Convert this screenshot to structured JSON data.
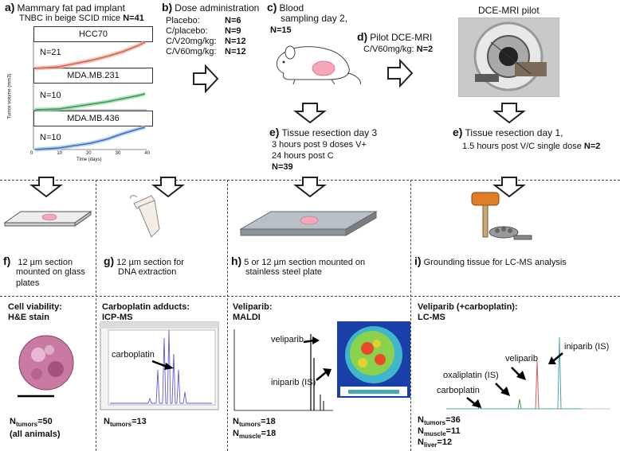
{
  "panel_a": {
    "letter": "a)",
    "line1": "Mammary fat pad implant",
    "line2_prefix": "TNBC in beige SCID mice ",
    "line2_count": "N=41",
    "ylabel": "Tumor volume (mm3)",
    "xlabel": "Time (days)",
    "x_ticks": [
      "0",
      "10",
      "20",
      "30",
      "40"
    ],
    "subplots": [
      {
        "title": "HCC70",
        "n": "N=21",
        "color": "#d9604a"
      },
      {
        "title": "MDA.MB.231",
        "n": "N=10",
        "color": "#2f9e52"
      },
      {
        "title": "MDA.MB.436",
        "n": "N=10",
        "color": "#3a6fc0"
      }
    ]
  },
  "panel_b": {
    "letter": "b)",
    "title": "Dose administration",
    "rows": [
      {
        "label": "Placebo:",
        "n": "N=6"
      },
      {
        "label": "C/placebo:",
        "n": "N=9"
      },
      {
        "label": "C/V20mg/kg:",
        "n": "N=12"
      },
      {
        "label": "C/V60mg/kg:",
        "n": "N=12"
      }
    ]
  },
  "panel_c": {
    "letter": "c)",
    "line1": "Blood",
    "line2": "sampling day 2,",
    "n": "N=15"
  },
  "panel_d": {
    "letter": "d)",
    "line1": "Pilot DCE-MRI",
    "line2_prefix": "C/V60mg/kg: ",
    "n": "N=2"
  },
  "dce_title": "DCE-MRI pilot",
  "panel_e1": {
    "letter": "e)",
    "line1": "Tissue resection day 3",
    "line2": "3 hours post 9 doses V+",
    "line3": "24 hours post C",
    "n": "N=39"
  },
  "panel_e2": {
    "letter": "e)",
    "line1": "Tissue resection day 1,",
    "line2_prefix": "1.5 hours post V/C single dose ",
    "n": "N=2"
  },
  "panel_f": {
    "letter": "f)",
    "line1": "12 µm section",
    "line2": "mounted on glass",
    "line3": "plates"
  },
  "panel_g": {
    "letter": "g)",
    "line1": "12 µm section for",
    "line2": "DNA extraction"
  },
  "panel_h": {
    "letter": "h)",
    "line1": "5 or 12 µm section mounted on",
    "line2": "stainless steel plate"
  },
  "panel_i": {
    "letter": "i)",
    "line1": "Grounding tissue for LC-MS analysis"
  },
  "bottom": {
    "col1": {
      "title1": "Cell viability:",
      "title2": "H&E stain",
      "n_prefix": "N",
      "n_sub": "tumors",
      "n_val": "=50",
      "note": "(all animals)"
    },
    "col2": {
      "title1": "Carboplatin adducts:",
      "title2": "ICP-MS",
      "peak": "carboplatin",
      "n_prefix": "N",
      "n_sub": "tumors",
      "n_val": "=13"
    },
    "col3": {
      "title1": "Veliparib:",
      "title2": "MALDI",
      "peak1": "veliparib",
      "peak2": "iniparib (IS)",
      "n1_prefix": "N",
      "n1_sub": "tumors",
      "n1_val": "=18",
      "n2_prefix": "N",
      "n2_sub": "muscle",
      "n2_val": "=18"
    },
    "col4": {
      "title1": "Veliparib (+carboplatin):",
      "title2": "LC-MS",
      "peak_a": "veliparib",
      "peak_b": "iniparib (IS)",
      "peak_c": "oxaliplatin (IS)",
      "peak_d": "carboplatin",
      "n1_prefix": "N",
      "n1_sub": "tumors",
      "n1_val": "=36",
      "n2_prefix": "N",
      "n2_sub": "muscle",
      "n2_val": "=11",
      "n3_prefix": "N",
      "n3_sub": "liver",
      "n3_val": "=12"
    }
  }
}
